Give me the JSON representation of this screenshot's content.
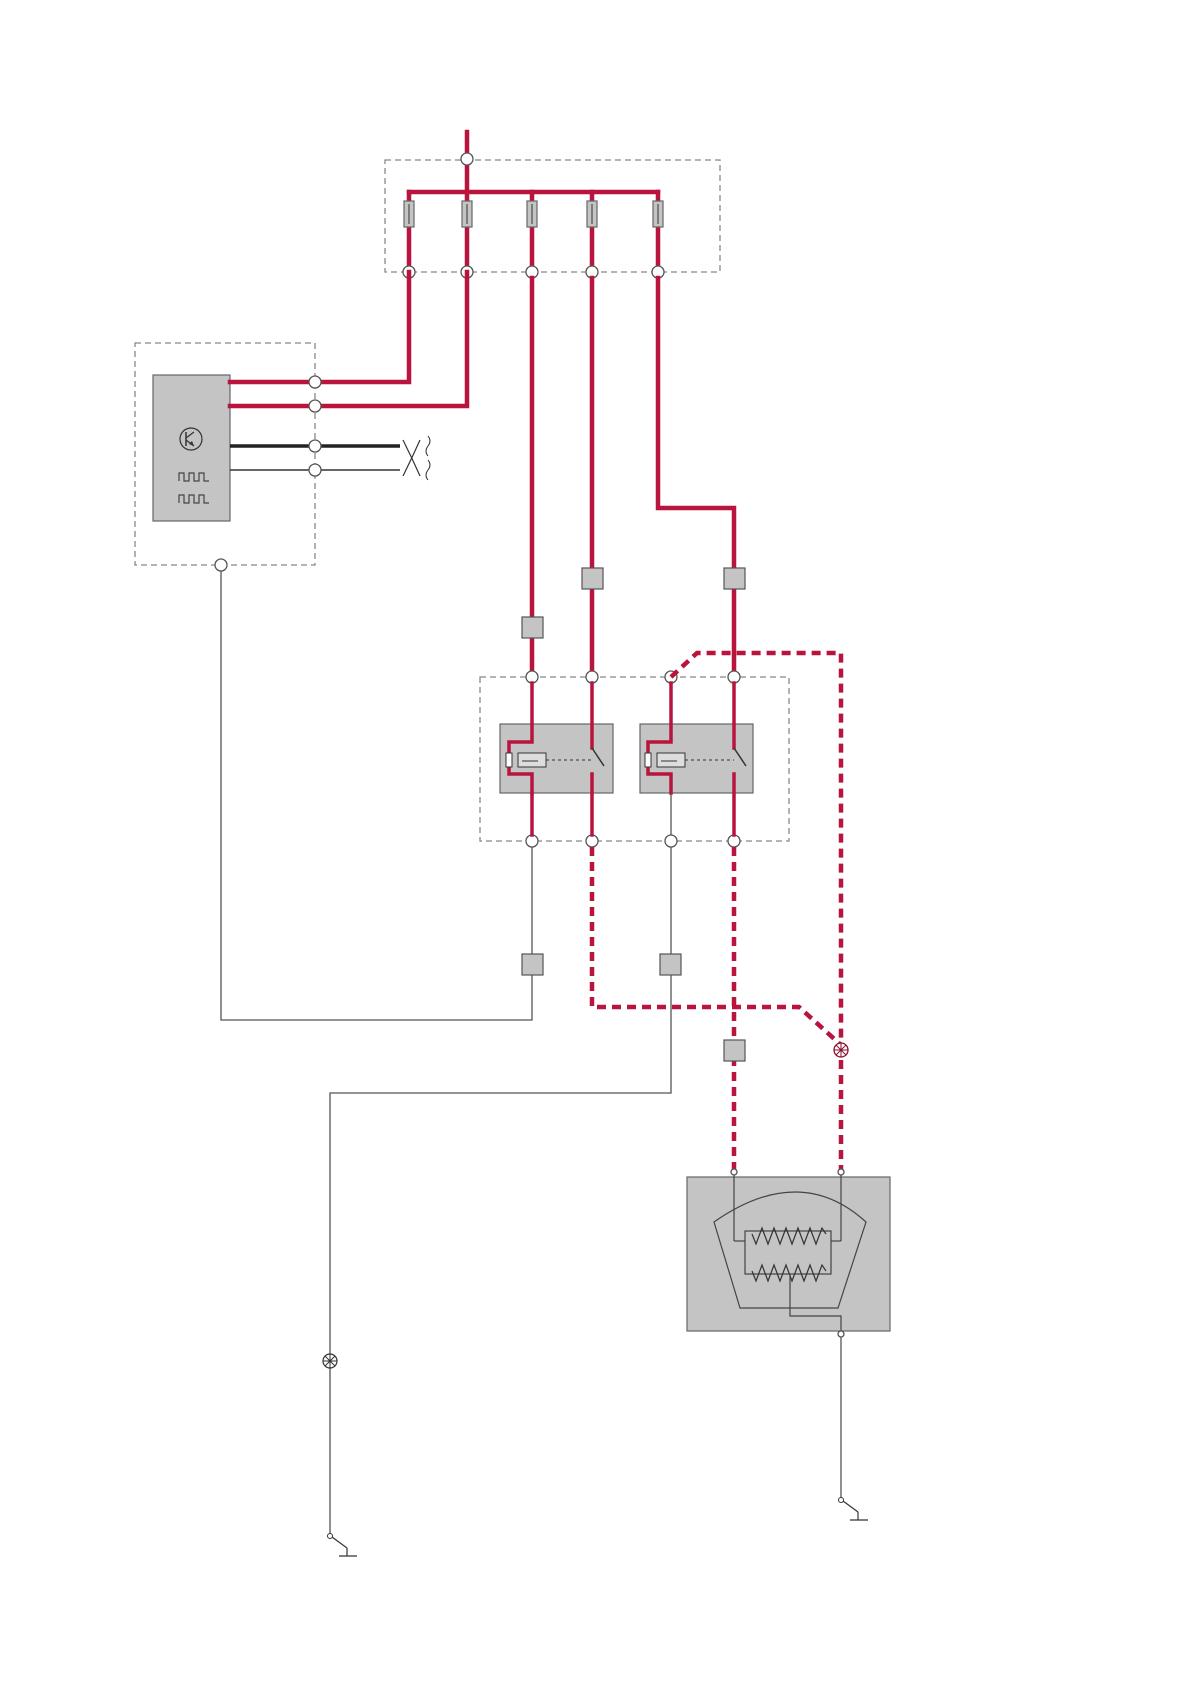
{
  "diagram": {
    "kind": "electrical-wiring-schematic",
    "colors": {
      "background": "#ffffff",
      "power_wire": "#b8143d",
      "power_wire_outline": "#6b0a22",
      "signal_wire": "#555555",
      "data_wire": "#222222",
      "component_fill": "#c4c4c4",
      "component_stroke": "#666666",
      "boundary_dash": "#888888",
      "connector_fill": "#ffffff"
    },
    "components": [
      {
        "id": "fuse-box",
        "icon": "fuse-box-icon"
      },
      {
        "id": "control-module",
        "icon": "transistor-icon",
        "secondary_icon": "pulse-wave-icon",
        "bus_icon": "twisted-pair-icon"
      },
      {
        "id": "relay-box",
        "icon": "relay-icon",
        "count": 2
      },
      {
        "id": "heater-element",
        "icon": "resistor-icon",
        "count": 2
      },
      {
        "id": "ground-point",
        "icon": "ground-icon",
        "count": 2
      },
      {
        "id": "splice-point",
        "icon": "splice-icon",
        "count": 2
      }
    ],
    "text_labels": []
  }
}
